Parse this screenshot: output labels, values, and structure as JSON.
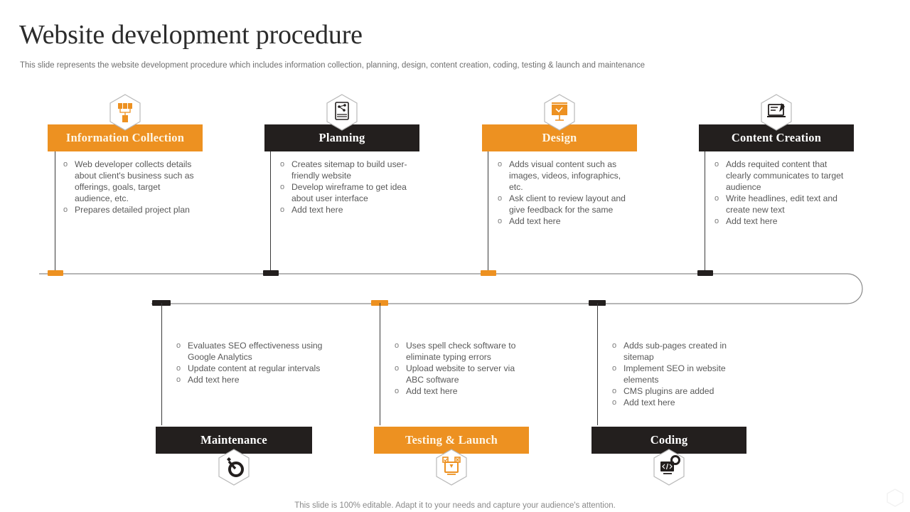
{
  "header": {
    "title": "Website development procedure",
    "subtitle": "This slide represents the website development procedure which includes information collection, planning, design, content creation, coding, testing & launch and maintenance"
  },
  "colors": {
    "orange": "#ED9121",
    "dark": "#231f1e",
    "text_gray": "#595959",
    "title": "#2b2b2b"
  },
  "footer": {
    "note": "This slide is 100% editable. Adapt it to your needs and capture your audience's attention."
  },
  "stages": [
    {
      "id": "information-collection",
      "label": "Information Collection",
      "theme": "orange",
      "icon": "org-chart-icon",
      "icon_position": "above",
      "marker_color": "#ED9121",
      "bullets": [
        "Web developer  collects details about  client's business such as offerings,  goals,  target audience,  etc.",
        "Prepares  detailed project  plan"
      ]
    },
    {
      "id": "planning",
      "label": "Planning",
      "theme": "dark",
      "icon": "sitemap-document-icon",
      "icon_position": "above",
      "marker_color": "#231f1e",
      "bullets": [
        "Creates  sitemap to build user-friendly  website",
        "Develop  wireframe  to get idea about  user interface",
        "Add text here"
      ]
    },
    {
      "id": "design",
      "label": "Design",
      "theme": "orange",
      "icon": "design-board-icon",
      "icon_position": "above",
      "marker_color": "#ED9121",
      "bullets": [
        "Adds visual  content such as images, videos,  infographics, etc.",
        "Ask client to review  layout and  give  feedback for the same",
        "Add text here"
      ]
    },
    {
      "id": "content-creation",
      "label": "Content Creation",
      "theme": "dark",
      "icon": "content-edit-monitor-icon",
      "icon_position": "above",
      "marker_color": "#231f1e",
      "bullets": [
        "Adds requited content that clearly communicates to target audience",
        "Write headlines,  edit text and create new text",
        "Add text here"
      ]
    },
    {
      "id": "maintenance",
      "label": "Maintenance",
      "theme": "dark",
      "icon": "gear-wrench-icon",
      "icon_position": "below",
      "marker_color": "#231f1e",
      "bullets": [
        "Evaluates  SEO effectiveness  using Google  Analytics",
        "Update  content at regular  intervals",
        "Add text here"
      ]
    },
    {
      "id": "testing-launch",
      "label": "Testing & Launch",
      "theme": "orange",
      "icon": "testing-monitor-icon",
      "icon_position": "below",
      "marker_color": "#ED9121",
      "bullets": [
        "Uses spell check software  to eliminate  typing errors",
        "Upload  website to server  via ABC software",
        "Add text here"
      ]
    },
    {
      "id": "coding",
      "label": "Coding",
      "theme": "dark",
      "icon": "code-monitor-gear-icon",
      "icon_position": "below",
      "marker_color": "#231f1e",
      "bullets": [
        "Adds sub-pages  created in sitemap",
        "Implement  SEO in website elements",
        "CMS plugins  are  added",
        "Add text here"
      ]
    }
  ]
}
